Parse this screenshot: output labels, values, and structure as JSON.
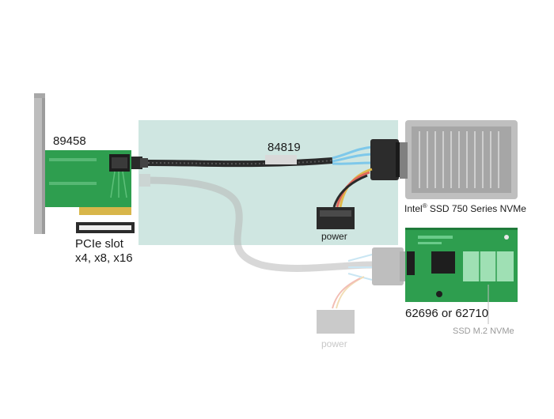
{
  "products": {
    "adapter_card": {
      "id": "89458",
      "slot_title": "PCIe slot",
      "slot_lanes": "x4, x8, x16"
    },
    "cable": {
      "id": "84819",
      "connector_label": "power",
      "faded_connector_label": "power"
    },
    "ssd": {
      "brand": "Intel",
      "mark": "®",
      "model": " SSD 750 Series NVMe"
    },
    "m2_adapter": {
      "ids": "62696 or 62710",
      "caption": "SSD M.2 NVMe"
    }
  },
  "colors": {
    "highlight_panel": "#cfe6e1",
    "pcb_green": "#2e9e4f",
    "cable_black": "#2a2a2a",
    "bracket_grey": "#a8a8a8",
    "faded_cable": "#b8b8b8"
  }
}
